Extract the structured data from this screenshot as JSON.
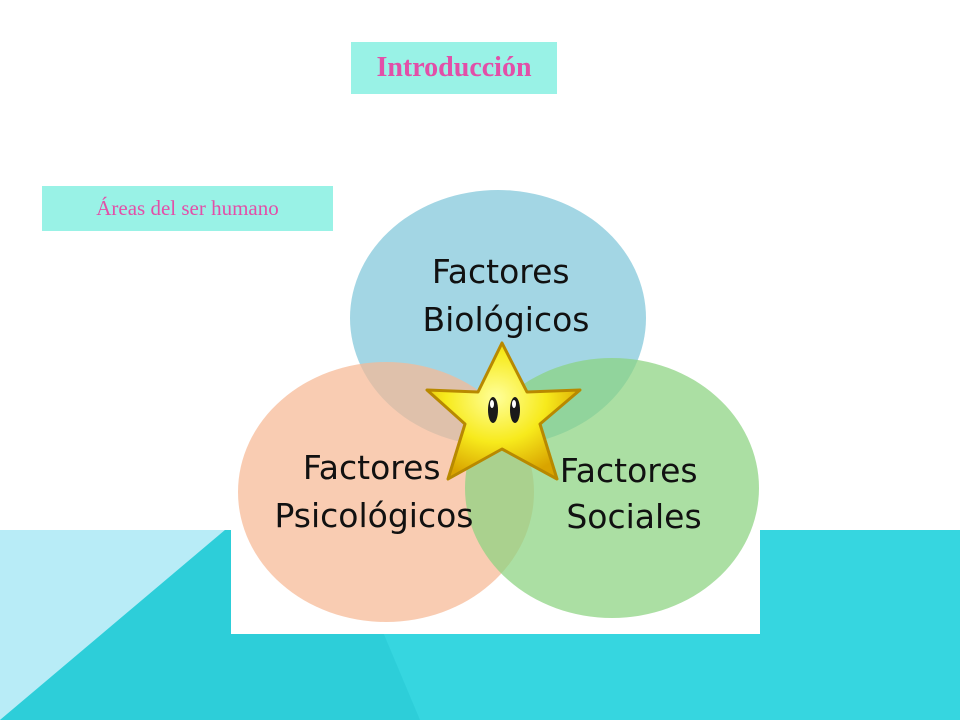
{
  "title": "Introducción",
  "subtitle": "Áreas del ser humano",
  "diagram": {
    "circles": [
      {
        "name": "biologicos",
        "lines": [
          "Factores",
          "Biológicos"
        ],
        "color": "#7fc6d9"
      },
      {
        "name": "psicologicos",
        "lines": [
          "Factores",
          "Psicológicos"
        ],
        "color": "#f7b894"
      },
      {
        "name": "sociales",
        "lines": [
          "Factores",
          "Sociales"
        ],
        "color": "#8bd27f"
      }
    ],
    "center_icon": "star-icon"
  },
  "colors": {
    "title_bg": "#99f2e6",
    "title_text": "#e24fa8",
    "cyan": "#36d6e0",
    "light_cyan": "#b8ecf7"
  }
}
